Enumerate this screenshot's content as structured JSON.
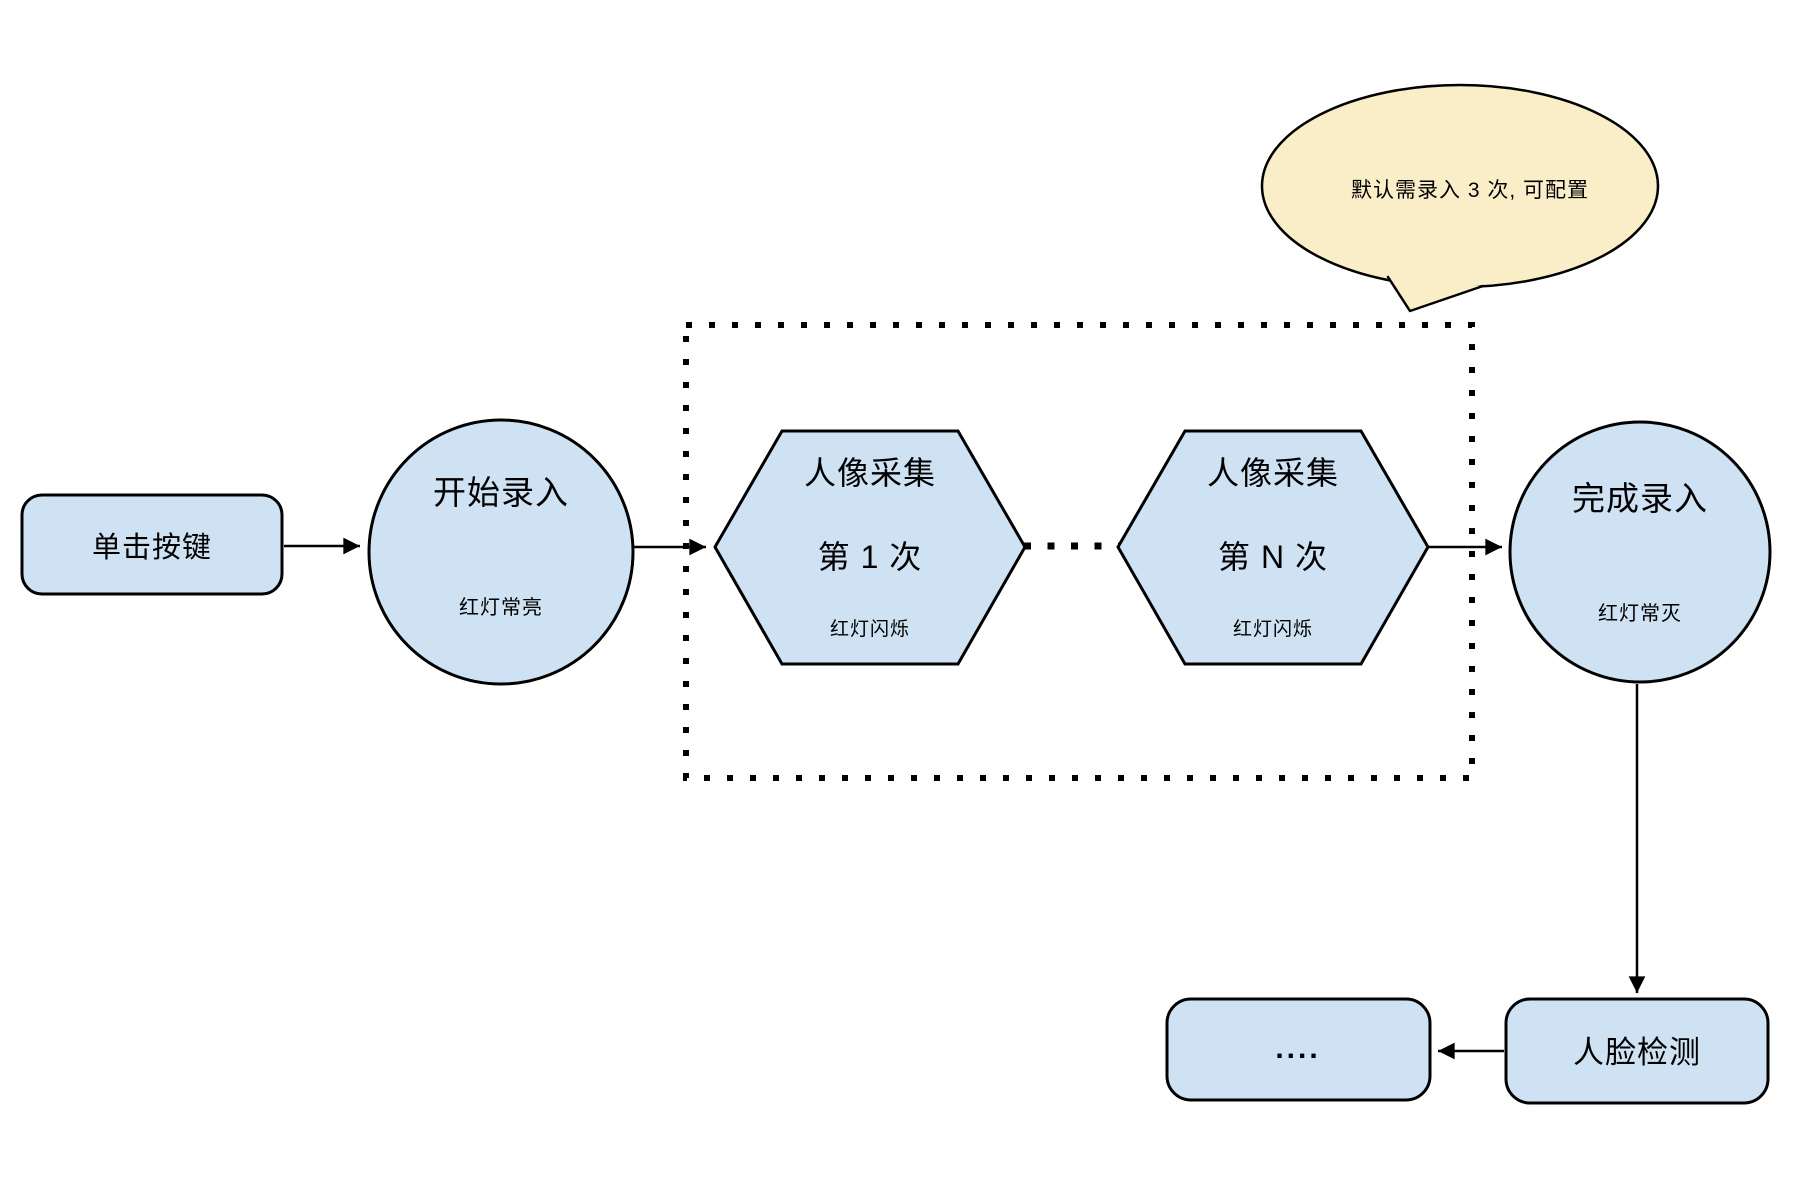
{
  "colors": {
    "node_fill": "#cfe2f3",
    "node_border": "#000000",
    "callout_fill": "#faeec8",
    "connector": "#000000",
    "background": "#ffffff"
  },
  "nodes": {
    "click_button": {
      "label": "单击按键"
    },
    "start_enroll": {
      "title": "开始录入",
      "status": "红灯常亮"
    },
    "capture_first": {
      "title": "人像采集",
      "subtitle": "第 1 次",
      "status": "红灯闪烁"
    },
    "capture_nth": {
      "title": "人像采集",
      "subtitle": "第 N 次",
      "status": "红灯闪烁"
    },
    "finish_enroll": {
      "title": "完成录入",
      "status": "红灯常灭"
    },
    "face_detection": {
      "label": "人脸检测"
    },
    "more_steps": {
      "label": "...."
    }
  },
  "callout": {
    "text": "默认需录入 3 次, 可配置"
  }
}
